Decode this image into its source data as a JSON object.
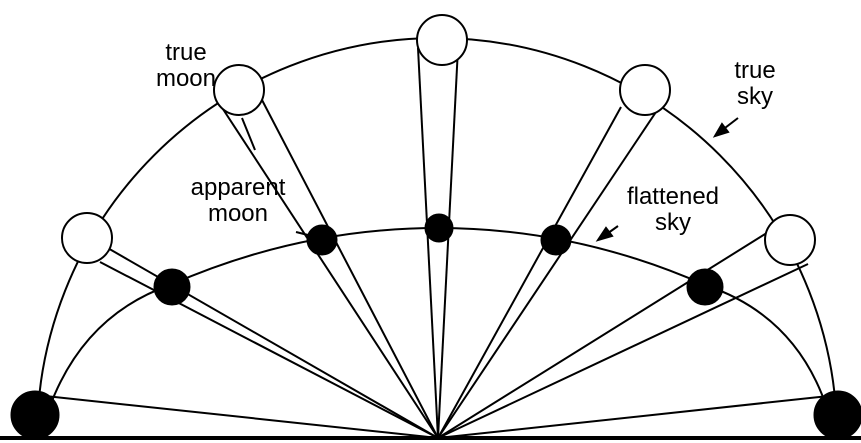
{
  "labels": {
    "true_moon": [
      "true",
      "moon"
    ],
    "apparent_moon": [
      "apparent",
      "moon"
    ],
    "flattened_sky": [
      "flattened",
      "sky"
    ],
    "true_sky": [
      "true",
      "sky"
    ]
  },
  "colors": {
    "ink": "#000000",
    "background": "#ffffff"
  }
}
